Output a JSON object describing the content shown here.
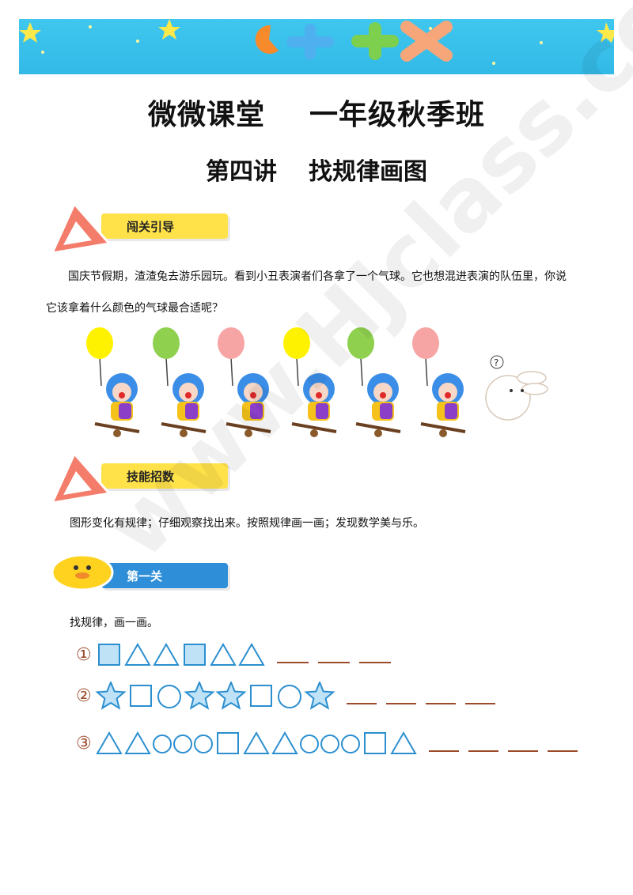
{
  "header": {
    "title": "微微课堂",
    "course": "一年级秋季班",
    "lesson_no": "第四讲",
    "lesson_title": "找规律画图"
  },
  "sections": {
    "intro_tag": "闯关引导",
    "skill_tag": "技能招数",
    "level_tag": "第一关"
  },
  "intro": {
    "line1": "国庆节假期，渣渣兔去游乐园玩。看到小丑表演者们各拿了一个气球。它也想混进表演的队伍里，你说",
    "line2": "它该拿着什么颜色的气球最合适呢？",
    "balloon_colors": [
      "#fff200",
      "#8fd14f",
      "#f7a4a4",
      "#fff200",
      "#8fd14f",
      "#f7a4a4"
    ],
    "rabbit_question": "?"
  },
  "skill": {
    "text": "图形变化有规律；仔细观察找出来。按照规律画一画；发现数学美与乐。"
  },
  "exercise": {
    "instruction": "找规律，画一画。",
    "rows": [
      {
        "num": "①",
        "shapes": [
          "square",
          "triangle",
          "triangle",
          "square",
          "triangle",
          "triangle"
        ],
        "blanks": 3
      },
      {
        "num": "②",
        "shapes": [
          "star",
          "square",
          "circle",
          "star",
          "star",
          "square",
          "circle",
          "star"
        ],
        "blanks": 4
      },
      {
        "num": "③",
        "shapes": [
          "triangle",
          "triangle",
          "circle",
          "circle",
          "circle",
          "square",
          "triangle",
          "triangle",
          "circle",
          "circle",
          "circle",
          "square",
          "triangle"
        ],
        "blanks": 4
      }
    ]
  },
  "watermark": "www.HJclass.com",
  "colors": {
    "banner": "#3fc7ef",
    "shape_stroke": "#2c8fd0",
    "shape_fill": "#bfe2f7",
    "blank_line": "#9b4a2a"
  }
}
